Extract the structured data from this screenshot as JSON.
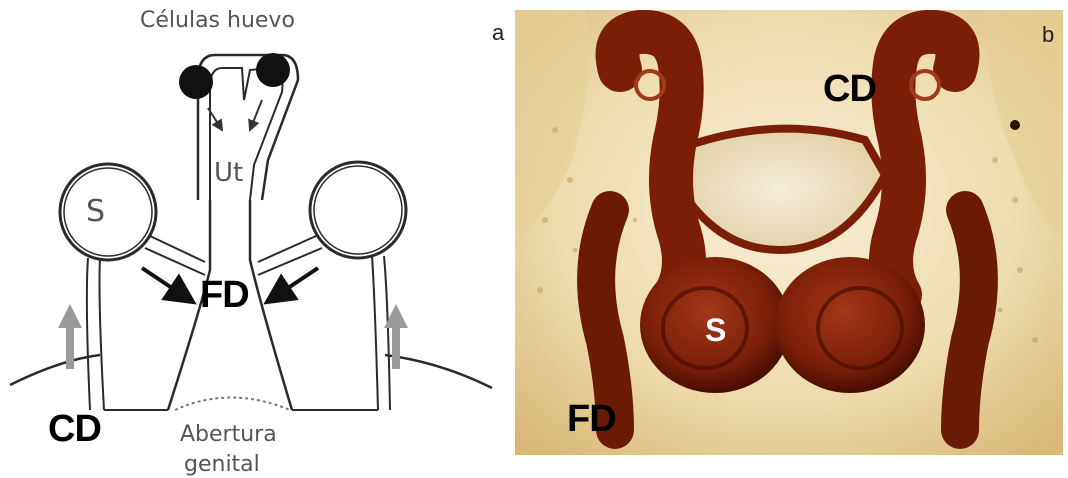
{
  "left_panel": {
    "title": "Células huevo",
    "uterus": "Ut",
    "spermatheca": "S",
    "fertilization_duct": "FD",
    "copulatory_duct": "CD",
    "genital_opening_line1": "Abertura",
    "genital_opening_line2": "genital"
  },
  "right_panel": {
    "label_a": "a",
    "label_b": "b",
    "copulatory_duct": "CD",
    "spermatheca": "S",
    "fertilization_duct": "FD"
  },
  "colors": {
    "line": "#2a2a2a",
    "egg": "#111111",
    "arrow_grey": "#9a9a9a",
    "tissue_bg": "#f3e6c4",
    "organ": "#7a1e08",
    "organ_dark": "#4a0d02"
  }
}
